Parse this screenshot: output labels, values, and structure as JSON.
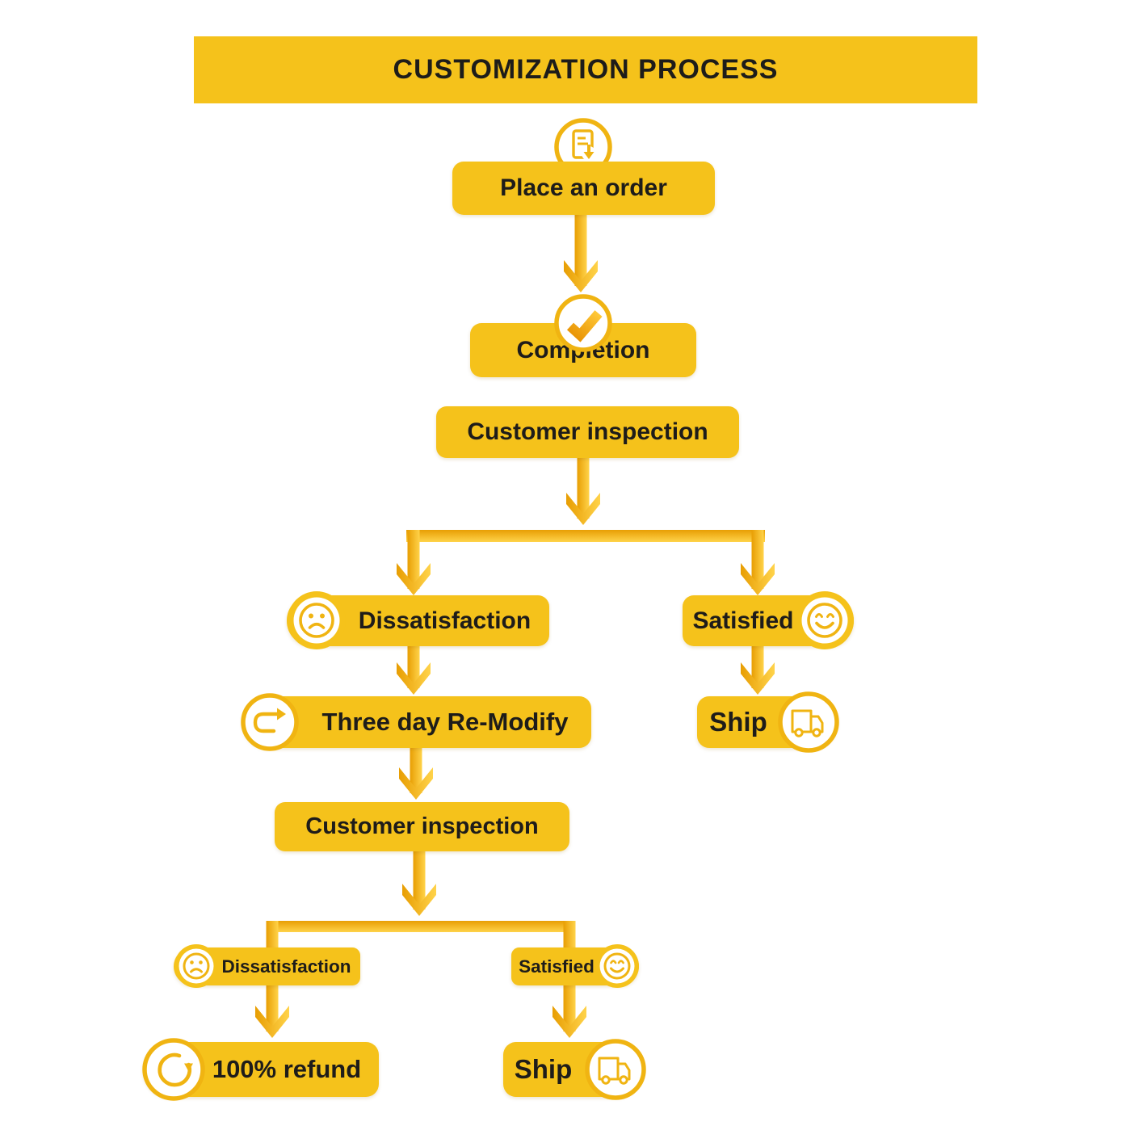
{
  "title": {
    "label": "CUSTOMIZATION PROCESS"
  },
  "colors": {
    "box_yellow": "#F5C21B",
    "icon_yellow": "#F0B412",
    "arrow_dark": "#E89E03",
    "arrow_light": "#FFD34A",
    "text": "#1E1C1A",
    "background": "#FFFFFF"
  },
  "flow": {
    "place_order": {
      "label": "Place an order",
      "icon": "order-document-icon"
    },
    "completion": {
      "label": "Completion",
      "icon": "check-icon"
    },
    "customer_inspection_1": {
      "label": "Customer inspection"
    },
    "dissatisfaction_1": {
      "label": "Dissatisfaction",
      "icon": "sad-face-icon"
    },
    "satisfied_1": {
      "label": "Satisfied",
      "icon": "smiley-face-icon"
    },
    "three_day_remodify": {
      "label": "Three day Re-Modify",
      "icon": "redo-icon"
    },
    "ship_1": {
      "label": "Ship",
      "icon": "truck-icon"
    },
    "customer_inspection_2": {
      "label": "Customer inspection"
    },
    "dissatisfaction_2": {
      "label": "Dissatisfaction",
      "icon": "sad-face-icon"
    },
    "satisfied_2": {
      "label": "Satisfied",
      "icon": "smiley-face-icon"
    },
    "refund": {
      "label": "100% refund",
      "icon": "refund-icon"
    },
    "ship_2": {
      "label": "Ship",
      "icon": "truck-icon"
    }
  }
}
